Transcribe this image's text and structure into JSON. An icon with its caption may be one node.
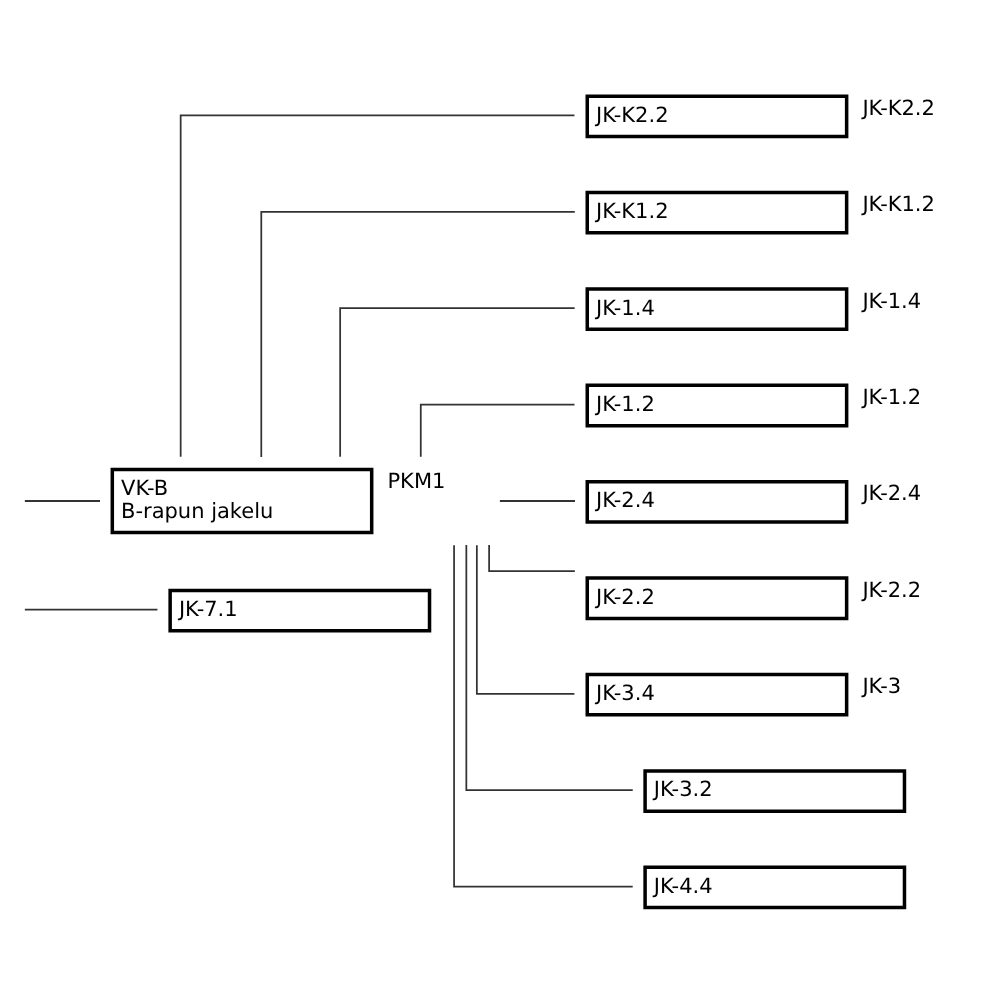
{
  "diagram": {
    "nodes": [
      {
        "text": [
          "JK-7.1"
        ]
      },
      {
        "text": [
          "VK-B",
          "B-rapun jakelu"
        ],
        "beside": [
          "PKM1"
        ]
      },
      {
        "text": [
          "JK-K2.2"
        ],
        "beside": [
          "JK-K2.2"
        ]
      },
      {
        "text": [
          "JK-K1.2"
        ],
        "beside": [
          "JK-K1.2"
        ]
      },
      {
        "text": [
          "JK-1.4"
        ],
        "beside": [
          "JK-1.4"
        ]
      },
      {
        "text": [
          "JK-1.2"
        ],
        "beside": [
          "JK-1.2"
        ]
      },
      {
        "text": [
          "JK-2.4"
        ],
        "beside": [
          "JK-2.4"
        ]
      },
      {
        "text": [
          "JK-2.2"
        ],
        "beside": [
          "JK-2.2"
        ]
      },
      {
        "text": [
          "JK-3.4"
        ],
        "beside": [
          "JK-3"
        ]
      },
      {
        "text": [
          "JK-3.2"
        ]
      },
      {
        "text": [
          "JK-4.4"
        ]
      }
    ],
    "edges": [
      {
        "from": null,
        "to": 0,
        "arrow": "none"
      },
      {
        "from": null,
        "to": 1,
        "arrow": "none"
      },
      {
        "from": 1,
        "to": 2,
        "arrow": "none"
      },
      {
        "from": 1,
        "to": 3,
        "arrow": "none"
      },
      {
        "from": 1,
        "to": 4,
        "arrow": "none"
      },
      {
        "from": 1,
        "to": 5,
        "arrow": "none"
      },
      {
        "from": 1,
        "to": 6,
        "arrow": "none"
      },
      {
        "from": 1,
        "to": 7,
        "arrow": "none"
      },
      {
        "from": 1,
        "to": 8,
        "arrow": "none"
      },
      {
        "from": 1,
        "to": 9,
        "arrow": "none"
      },
      {
        "from": 1,
        "to": 10,
        "arrow": "none"
      }
    ]
  }
}
